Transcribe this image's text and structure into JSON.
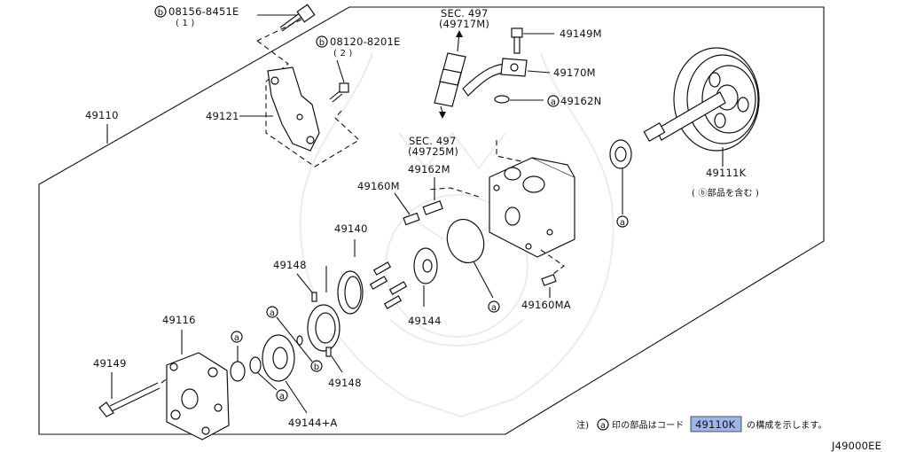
{
  "labels": {
    "bolt_a": "08156-8451E",
    "bolt_a_qty": "( 1 )",
    "bolt_b": "08120-8201E",
    "bolt_b_qty": "( 2 )",
    "assembly": "49110",
    "bracket": "49121",
    "sec_upper": "SEC. 497",
    "sec_upper_sub": "(49717M)",
    "sec_lower": "SEC. 497",
    "sec_lower_sub": "(49725M)",
    "bolt_49149m": "49149M",
    "pipe": "49170M",
    "oring_n": "49162N",
    "pulley": "49111K",
    "pulley_note": "( ⓑ部品を含む )",
    "oring_m": "49162M",
    "spring": "49160M",
    "cam_kit": "49140",
    "pin_top": "49148",
    "rotor": "49144",
    "spring_a": "49160MA",
    "cover": "49116",
    "bolt_front": "49149",
    "pin_bottom": "49148",
    "side_plate": "49144+A",
    "mark_a": "a",
    "mark_b": "b"
  },
  "footnote": {
    "prefix": "注)",
    "mark": "a",
    "text_before": "印の部品はコード",
    "code": "49110K",
    "text_after": "の構成を示します。"
  },
  "diagram_id": "J49000EE",
  "colors": {
    "highlight": "#9fb4ea",
    "line": "#111111"
  }
}
